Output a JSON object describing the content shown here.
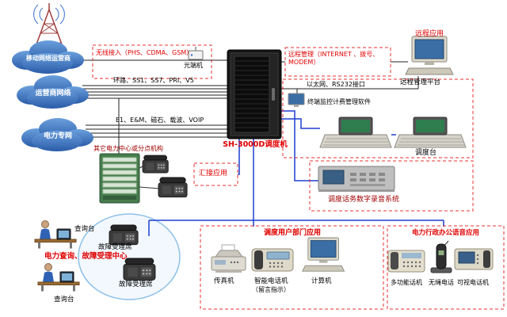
{
  "clouds": {
    "mobile": "移动网络运营商",
    "carrier": "运营商网络",
    "power": "电力专网"
  },
  "labels": {
    "wireless_access": "无线接入（PHS、CDMA、GSM）",
    "optical_device": "光端机",
    "loop_trunks": "环路、SS1、SS7、PRI、V5",
    "e1_trunks": "E1、E&M、磁石、载波、VOIP",
    "other_center": "其它电力中心或分点机构",
    "trunk_app": "汇接应用",
    "switch_name": "SH-3000D调度机",
    "remote_mgmt": "远程管理（INTERNET 、拨号、MODEM）",
    "remote_app": "远程应用",
    "remote_platform": "远程管理平台",
    "ethernet": "以太网、RS232接口",
    "terminal_software": "终端监控计费管理软件",
    "dispatch_console": "调度台",
    "recording_system": "调度话务数字录音系统",
    "dispatch_dept_title": "调度用户部门应用",
    "fax": "传真机",
    "smart_phone": "智能电话机",
    "smart_phone_note": "（留言指示）",
    "computer": "计算机",
    "admin_title": "电力行政办公语音应用",
    "multi_phone": "多功能话机",
    "cordless_phone": "无绳电话",
    "video_phone": "可视电话机",
    "query_center": "电力查询、故障受理中心",
    "query_desk_1": "查询台",
    "query_desk_2": "查询台",
    "fault_seat_1": "故障受理席",
    "fault_seat_2": "故障受理席"
  },
  "colors": {
    "accent_red": "#e00000",
    "line_blue": "#1f3fd0",
    "line_black": "#222222",
    "cloud_blue": "#3173c4",
    "rack_black": "#161616",
    "pbx_green": "#477d4e"
  }
}
